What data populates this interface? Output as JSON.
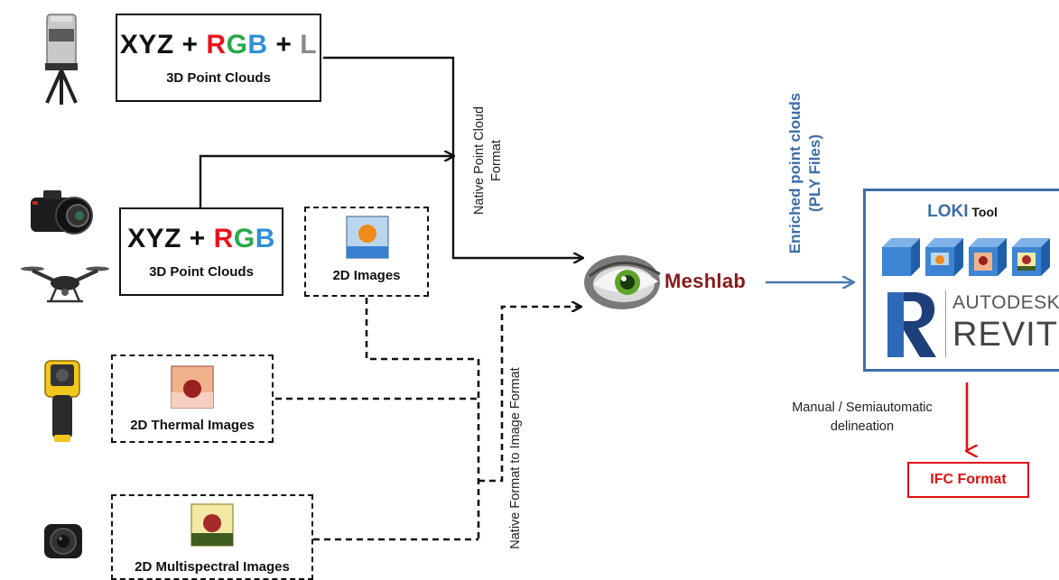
{
  "box_laser": {
    "xyz": "XYZ + ",
    "r": "R",
    "g": "G",
    "b": "B",
    "plus": " + ",
    "l": "L",
    "subtitle": "3D Point Clouds"
  },
  "box_photo": {
    "xyz": "XYZ + ",
    "r": "R",
    "g": "G",
    "b": "B",
    "subtitle": "3D Point Clouds"
  },
  "box_2d_images": {
    "label": "2D Images"
  },
  "box_thermal": {
    "label": "2D Thermal Images"
  },
  "box_multispectral": {
    "label": "2D Multispectral Images"
  },
  "labels": {
    "native_point_cloud_1": "Native Point Cloud",
    "native_point_cloud_2": "Format",
    "native_to_image": "Native Format to Image Format",
    "enriched_1": "Enriched point clouds",
    "enriched_2": "(PLY Files)",
    "manual_1": "Manual / Semiautomatic",
    "manual_2": "delineation"
  },
  "meshlab": {
    "label": "Meshlab"
  },
  "loki": {
    "name": "LOKI",
    "tool": " Tool",
    "autodesk": "AUTODESK",
    "revit": "REVIT"
  },
  "ifc": {
    "label": "IFC Format"
  },
  "colors": {
    "red": "#e8141c",
    "green": "#2aa84a",
    "blue": "#2f8fd8",
    "grey": "#8a8a8a",
    "loki_blue": "#3d6ea8",
    "meshlab_red": "#8a1a1a",
    "ifc_red": "#e01010"
  }
}
